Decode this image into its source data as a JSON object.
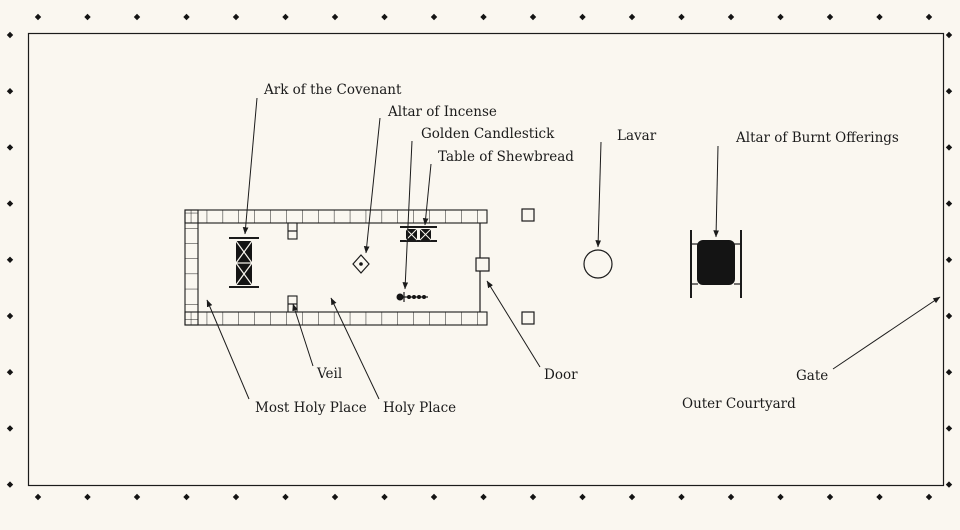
{
  "diagram": {
    "type": "floor-plan",
    "subject": "Tabernacle and Outer Courtyard",
    "labels": {
      "ark": "Ark of the Covenant",
      "incense": "Altar of Incense",
      "candlestick": "Golden Candlestick",
      "shewbread": "Table of Shewbread",
      "lavar": "Lavar",
      "burnt_offerings": "Altar of Burnt Offerings",
      "veil": "Veil",
      "door": "Door",
      "most_holy_place": "Most Holy Place",
      "holy_place": "Holy Place",
      "outer_courtyard": "Outer Courtyard",
      "gate": "Gate"
    },
    "colors": {
      "background": "#faf7f0",
      "ink": "#1b1b1b"
    }
  }
}
